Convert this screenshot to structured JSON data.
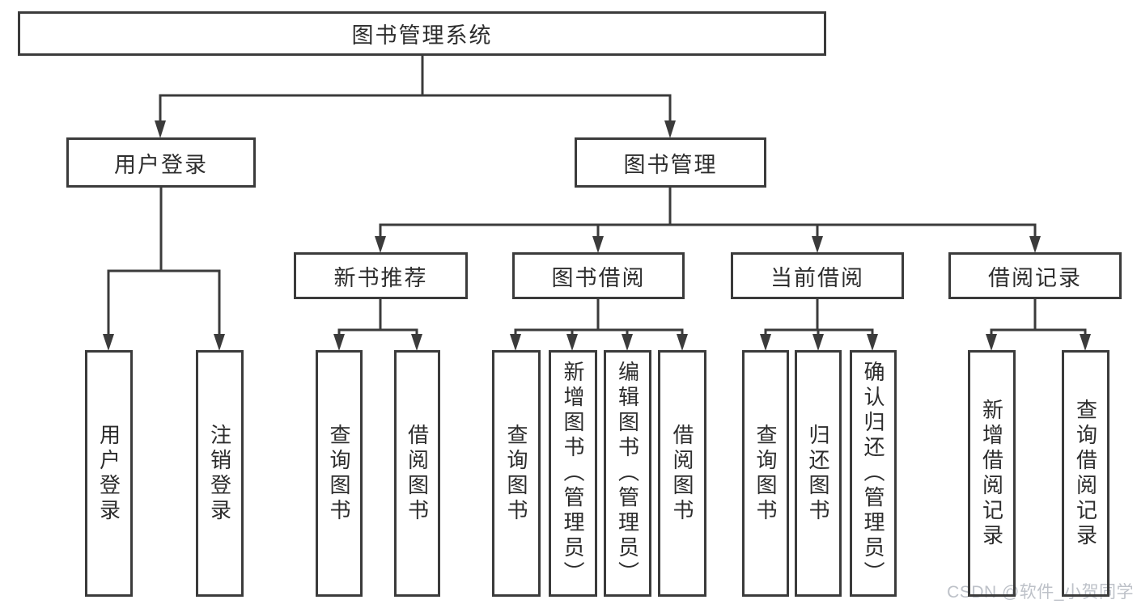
{
  "diagram": {
    "title": "图书管理系统",
    "root": {
      "label": "图书管理系统"
    },
    "level2": [
      {
        "label": "用户登录"
      },
      {
        "label": "图书管理"
      }
    ],
    "level3": [
      {
        "label": "新书推荐",
        "parent": "图书管理"
      },
      {
        "label": "图书借阅",
        "parent": "图书管理"
      },
      {
        "label": "当前借阅",
        "parent": "图书管理"
      },
      {
        "label": "借阅记录",
        "parent": "图书管理"
      }
    ],
    "leaves": [
      {
        "label": "用户登录",
        "parent": "用户登录"
      },
      {
        "label": "注销登录",
        "parent": "用户登录"
      },
      {
        "label": "查询图书",
        "parent": "新书推荐"
      },
      {
        "label": "借阅图书",
        "parent": "新书推荐"
      },
      {
        "label": "查询图书",
        "parent": "图书借阅"
      },
      {
        "label": "新增图书（管理员）",
        "parent": "图书借阅"
      },
      {
        "label": "编辑图书（管理员）",
        "parent": "图书借阅"
      },
      {
        "label": "借阅图书",
        "parent": "图书借阅"
      },
      {
        "label": "查询图书",
        "parent": "当前借阅"
      },
      {
        "label": "归还图书",
        "parent": "当前借阅"
      },
      {
        "label": "确认归还（管理员）",
        "parent": "当前借阅"
      },
      {
        "label": "新增借阅记录",
        "parent": "借阅记录"
      },
      {
        "label": "查询借阅记录",
        "parent": "借阅记录"
      }
    ]
  },
  "watermark": {
    "text": "CSDN @软件_小贺同学"
  },
  "colors": {
    "line": "#3b3b3b",
    "text": "#2d2d2d",
    "watermark": "#bdc1c8",
    "background": "#ffffff"
  }
}
